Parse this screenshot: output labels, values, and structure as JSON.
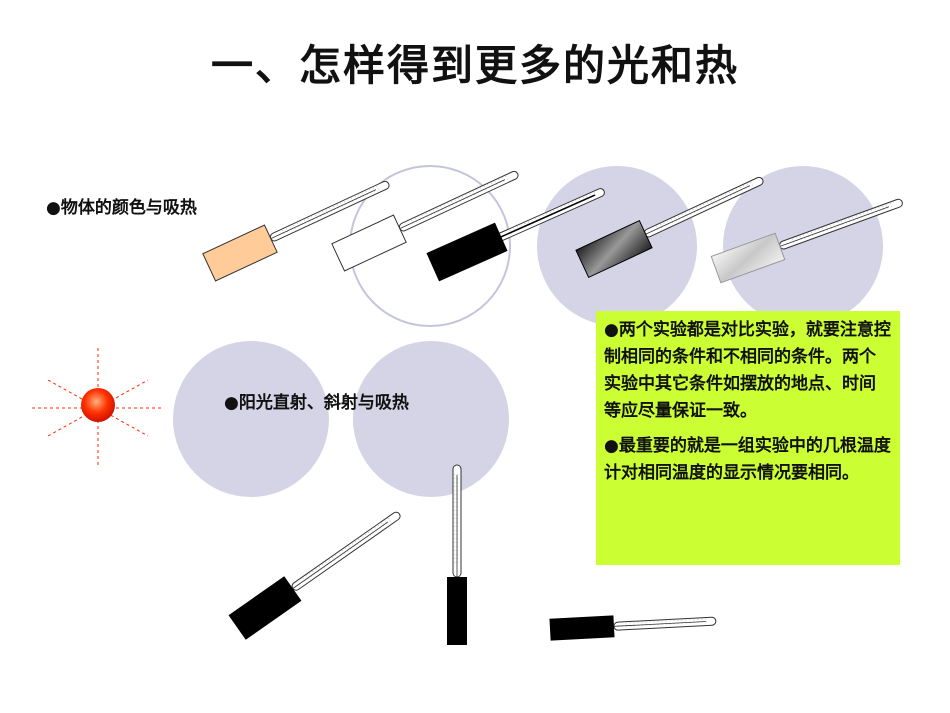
{
  "slide": {
    "title": "一、怎样得到更多的光和热",
    "bullet_color": "●物体的颜色与吸热",
    "bullet_angle": "●阳光直射、斜射与吸热",
    "note_p1": "●两个实验都是对比实验，就要注意控制相同的条件和不相同的条件。两个实验中其它条件如摆放的地点、时间等应尽量保证一致。",
    "note_p2": "●最重要的就是一组实验中的几根温度计对相同温度的显示情况要相同。"
  },
  "colors": {
    "note_background": "#ccff33",
    "circle_fill": "#d4d4e6",
    "sun": "#ff2a00",
    "bulb_orange": "#ffcc99"
  },
  "icons": [
    "sun-icon",
    "thermometer-icon"
  ]
}
